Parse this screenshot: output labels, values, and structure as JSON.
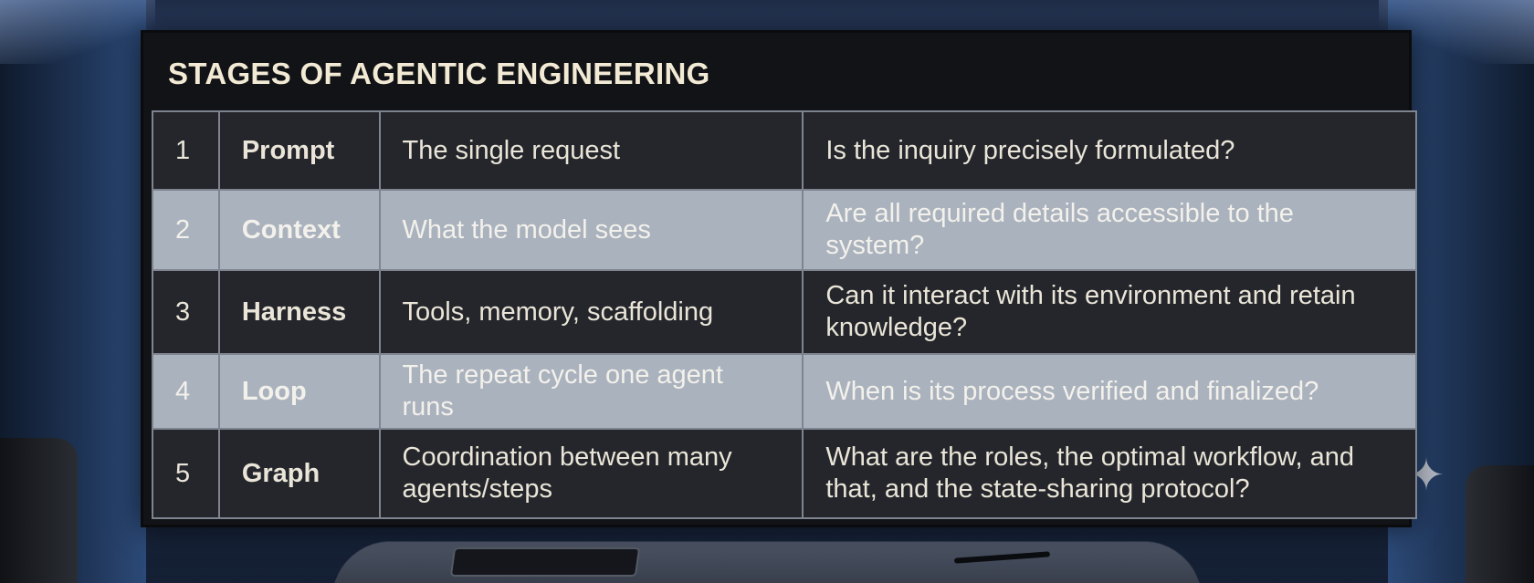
{
  "title": "STAGES OF AGENTIC ENGINEERING",
  "rows": [
    {
      "num": "1",
      "name": "Prompt",
      "desc": "The single request",
      "question": "Is the inquiry precisely formulated?"
    },
    {
      "num": "2",
      "name": "Context",
      "desc": "What the model sees",
      "question": "Are all required details accessible to the system?"
    },
    {
      "num": "3",
      "name": "Harness",
      "desc": "Tools, memory, scaffolding",
      "question": "Can it interact with its environment and retain knowledge?"
    },
    {
      "num": "4",
      "name": "Loop",
      "desc": "The repeat cycle one agent runs",
      "question": "When is its process verified and finalized?"
    },
    {
      "num": "5",
      "name": "Graph",
      "desc": "Coordination between many agents/steps",
      "question": "What are the roles, the optimal workflow, and that, and the state-sharing protocol?"
    }
  ],
  "colors": {
    "dark_row": "#24262b",
    "light_row": "#aab2be",
    "title_text": "#f2ead4",
    "grid": "#7e8590"
  }
}
